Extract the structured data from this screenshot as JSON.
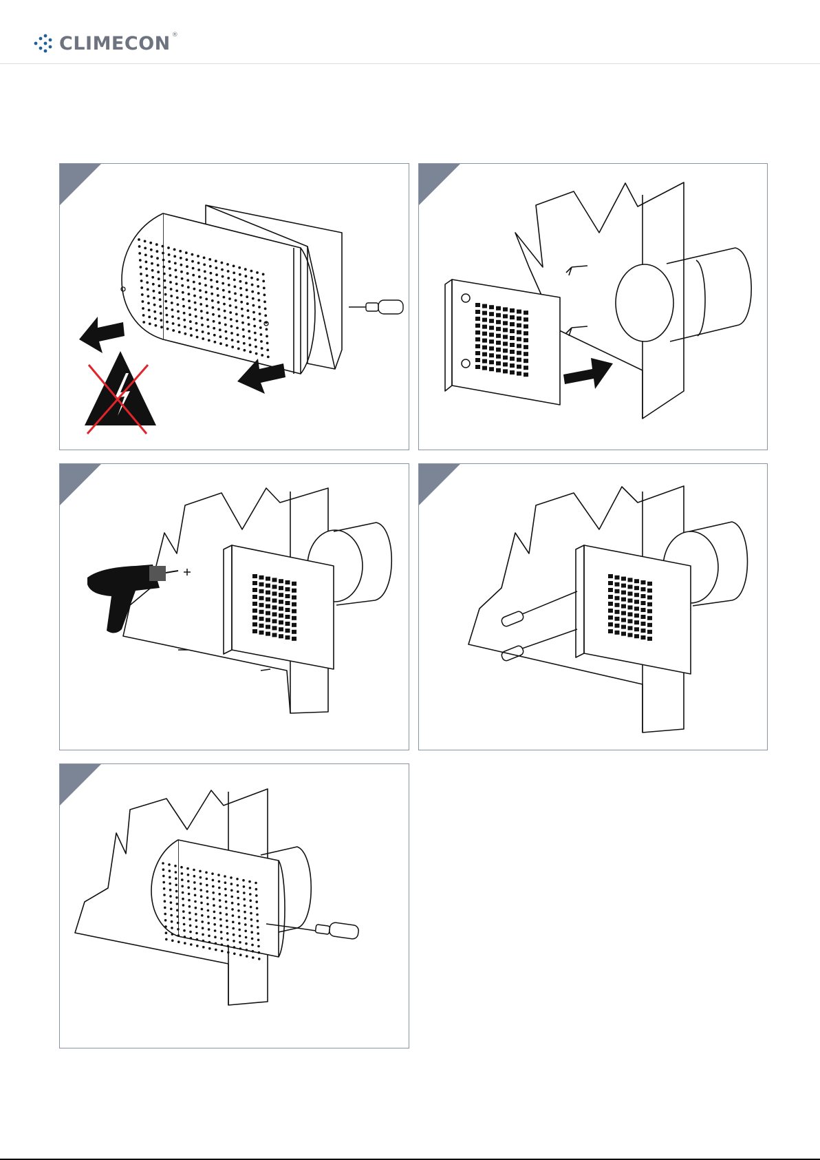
{
  "brand": {
    "name": "CLIMECON",
    "registered": "®",
    "accent_color": "#1f5f9a",
    "text_color": "#6d7480"
  },
  "panels": [
    {
      "id": "step-1",
      "scene": "remove-cover",
      "icons": [
        "screwdriver-icon",
        "arrow-left-icon",
        "electric-hazard-crossed-icon"
      ]
    },
    {
      "id": "step-2",
      "scene": "insert-unit-into-duct",
      "icons": [
        "arrow-right-icon",
        "wall-plug-icon"
      ]
    },
    {
      "id": "step-3",
      "scene": "drill-and-screw-mount",
      "icons": [
        "drill-icon",
        "screw-icon"
      ]
    },
    {
      "id": "step-4",
      "scene": "tighten-screws",
      "icons": [
        "screwdriver-icon"
      ]
    },
    {
      "id": "step-5",
      "scene": "refit-cover",
      "icons": [
        "screwdriver-icon"
      ]
    }
  ],
  "colors": {
    "panel_border": "#8a93a3",
    "corner_tab": "#7c8595",
    "hazard_cross": "#e0242b"
  }
}
